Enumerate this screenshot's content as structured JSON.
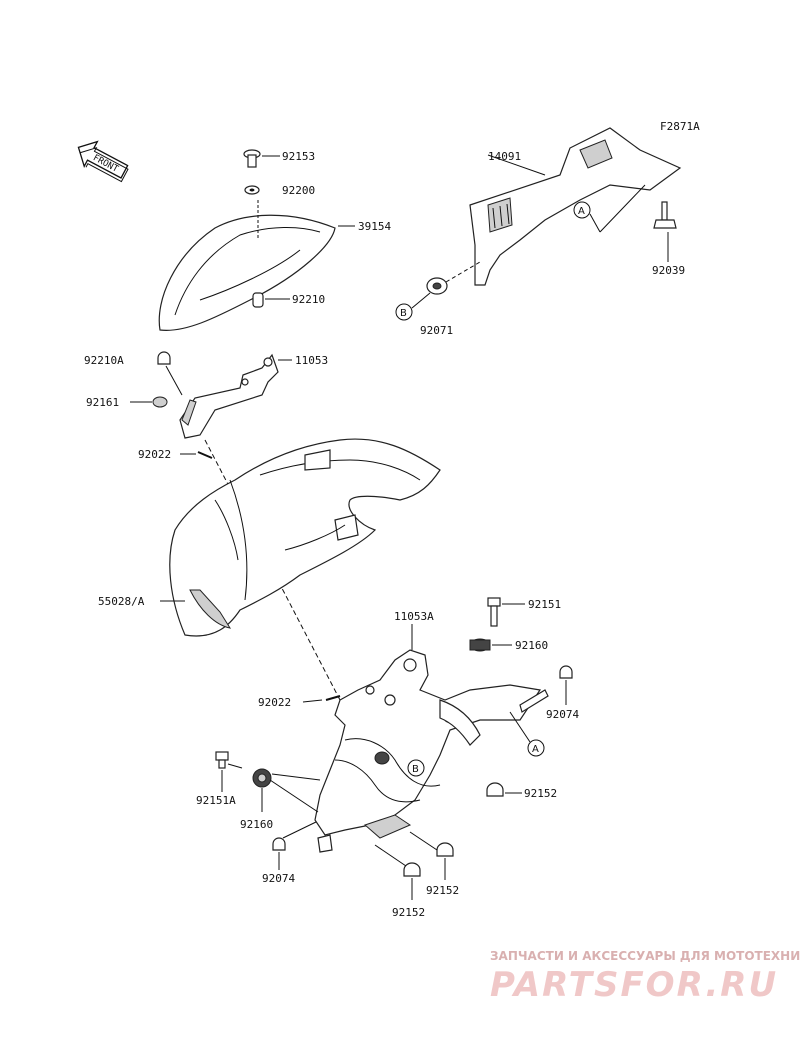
{
  "figure_code": "F2871A",
  "front_arrow": {
    "label": "FRONT",
    "icon": "front-arrow-icon"
  },
  "part_labels": {
    "p92153": "92153",
    "p92200": "92200",
    "p39154": "39154",
    "p92210": "92210",
    "p92210A": "92210A",
    "p11053": "11053",
    "p92161": "92161",
    "p92022_top": "92022",
    "p55028A": "55028/A",
    "p14091": "14091",
    "p92039": "92039",
    "p92071": "92071",
    "p11053A": "11053A",
    "p92151": "92151",
    "p92160_right": "92160",
    "p92074_right": "92074",
    "p92022_bottom": "92022",
    "p92152_right": "92152",
    "p92151A": "92151A",
    "p92160_left": "92160",
    "p92074_left": "92074",
    "p92152_mid": "92152",
    "p92152_bottom": "92152"
  },
  "reference_markers": {
    "ref_a_top": "A",
    "ref_b_top": "B",
    "ref_a_bottom": "A",
    "ref_b_bottom": "B"
  },
  "watermark": {
    "tagline": "ЗАПЧАСТИ И АКСЕССУАРЫ ДЛЯ МОТОТЕХНИКИ",
    "site": "PARTSFOR.RU",
    "color": "#f0c8c8"
  }
}
